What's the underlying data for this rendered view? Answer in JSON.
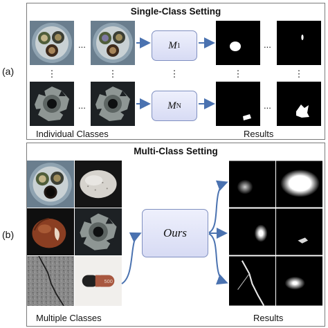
{
  "section_a": {
    "title": "Single-Class Setting",
    "label": "(a)",
    "model_first_base": "M",
    "model_first_sub": "1",
    "model_last_base": "M",
    "model_last_sub": "N",
    "left_caption": "Individual Classes",
    "right_caption": "Results"
  },
  "section_b": {
    "title": "Multi-Class Setting",
    "label": "(b)",
    "model": "Ours",
    "left_caption": "Multiple Classes",
    "right_caption": "Results",
    "pill_text": "500"
  },
  "ellipsis_h": "...",
  "ellipsis_v": "⋮",
  "colors": {
    "box_fill_top": "#eef0fc",
    "box_fill_bottom": "#d7dbf4",
    "box_border": "#7f8fc0",
    "arrow": "#4a72b0",
    "frame": "#7a7a7a"
  },
  "icons": [
    "cable-image",
    "metal-nut-image",
    "egg-image",
    "hazelnut-image",
    "tile-crack-image",
    "pill-image",
    "mask-image"
  ]
}
